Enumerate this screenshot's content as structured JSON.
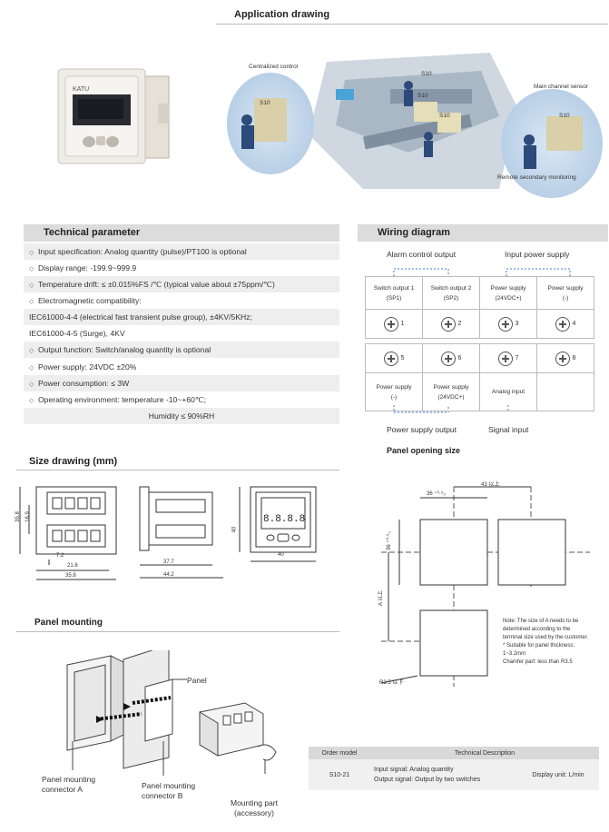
{
  "application": {
    "title": "Application drawing",
    "labels": {
      "centralized": "Centralized control",
      "main_sensor": "Main channel sensor",
      "remote": "Remote secondary monitoring",
      "s10": "S10"
    },
    "device_brand": "KATU"
  },
  "tech": {
    "title": "Technical parameter",
    "rows": [
      {
        "bullet": true,
        "text": "Input specification: Analog quantity (pulse)/PT100 is optional"
      },
      {
        "bullet": true,
        "text": "Display range: -199.9~999.9"
      },
      {
        "bullet": true,
        "text": "Temperature drift: ≤ ±0.015%FS /℃ (typical value about ±75ppm/℃)"
      },
      {
        "bullet": true,
        "text": "Electromagnetic compatibility:"
      },
      {
        "bullet": false,
        "text": "IEC61000-4-4 (electrical fast transient pulse group), ±4KV/5KHz;"
      },
      {
        "bullet": false,
        "text": "IEC61000-4-5 (Surge), 4KV"
      },
      {
        "bullet": true,
        "text": "Output function: Switch/analog quantity is optional"
      },
      {
        "bullet": true,
        "text": "Power supply: 24VDC ±20%"
      },
      {
        "bullet": true,
        "text": "Power consumption: ≤ 3W"
      },
      {
        "bullet": true,
        "text": "Operating environment: temperature -10~+60℃;"
      },
      {
        "bullet": false,
        "text": "Humidity ≤ 90%RH"
      }
    ]
  },
  "wiring": {
    "title": "Wiring diagram",
    "alarm_label": "Alarm control output",
    "input_power_label": "Input power supply",
    "top_cells": [
      {
        "line1": "Switch output 1",
        "line2": "(SP1)"
      },
      {
        "line1": "Switch output 2",
        "line2": "(SP2)"
      },
      {
        "line1": "Power supply",
        "line2": "(24VDC+)"
      },
      {
        "line1": "Power supply",
        "line2": "(-)"
      }
    ],
    "top_nums": [
      "1",
      "2",
      "3",
      "4"
    ],
    "bottom_nums": [
      "5",
      "6",
      "7",
      "8"
    ],
    "bottom_cells": [
      {
        "line1": "Power supply",
        "line2": "(-)"
      },
      {
        "line1": "Power supply",
        "line2": "(24VDC+)"
      },
      {
        "line1": "Analog input",
        "line2": ""
      },
      {
        "line1": "",
        "line2": ""
      }
    ],
    "power_output_label": "Power supply output",
    "signal_input_label": "Signal input"
  },
  "size": {
    "title": "Size drawing (mm)",
    "dims": {
      "d1": "35.8",
      "d2": "16.9",
      "d3": "7.2",
      "d4": "21.6",
      "d5": "35.8",
      "d6": "37.7",
      "d7": "44.2",
      "d8": "40",
      "d9": "40"
    },
    "display_digits": "8.8.8.8"
  },
  "panel_opening": {
    "title": "Panel opening size",
    "dim_43": "43 以上",
    "dim_36a": "36 ⁺⁰·⁵₀",
    "dim_36b": "36 ⁺⁰·⁵₀",
    "dim_a": "A 以上",
    "dim_r": "R3.5 以下",
    "note": [
      "Note: The size of A needs to be",
      "determined according to the",
      "terminal size used by the customer.",
      "* Suitable for panel thickness:",
      "1~3.2mm",
      "Chamfer part: less than R3.5"
    ]
  },
  "mounting": {
    "title": "Panel mounting",
    "panel_label": "Panel",
    "connector_a": [
      "Panel mounting",
      "connector A"
    ],
    "connector_b": [
      "Panel mounting",
      "connector B"
    ],
    "mounting_part": [
      "Mounting part",
      "(accessory)"
    ]
  },
  "order": {
    "headers": [
      "Order model",
      "Technical Description"
    ],
    "model": "S10-21",
    "desc_line1": "Input signal: Analog quantity",
    "desc_line2": "Output signal: Output by two switches",
    "unit": "Display unit:  L/min"
  }
}
